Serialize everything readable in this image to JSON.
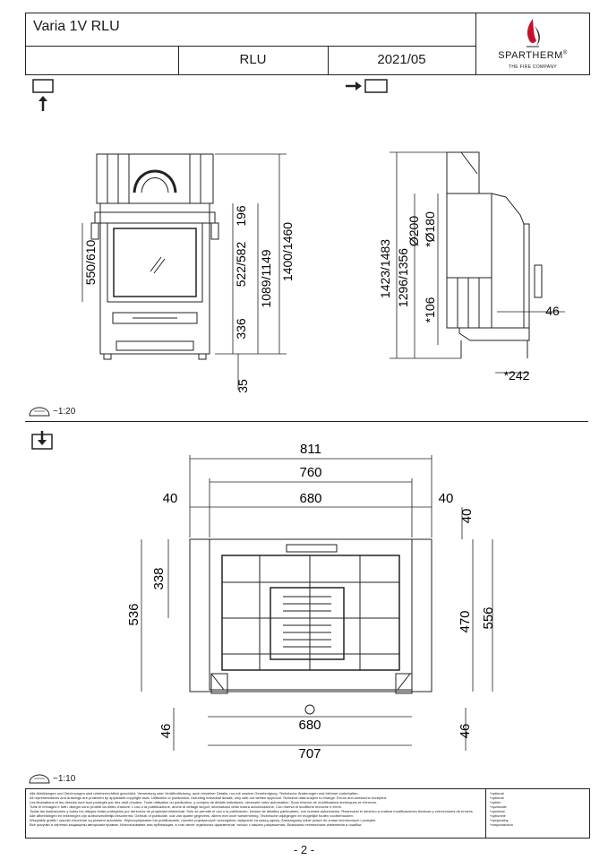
{
  "title_block": {
    "product": "Varia 1V RLU",
    "model": "RLU",
    "date": "2021/05",
    "brand_name": "SPARTHERM",
    "brand_mark": "®",
    "brand_tagline": "THE FIRE COMPANY"
  },
  "front_view": {
    "dim_door": "550/610",
    "dim_196": "196",
    "dim_522": "522/582",
    "dim_336": "336",
    "dim_1089": "1089/1149",
    "dim_1400": "1400/1460",
    "dim_35": "35"
  },
  "side_view": {
    "dim_1423": "1423/1483",
    "dim_1296": "1296/1356",
    "dim_200": "Ø200",
    "dim_180": "*Ø180",
    "dim_106": "*106",
    "dim_46": "46",
    "dim_242": "*242"
  },
  "scale_top": "~1:20",
  "top_view": {
    "dim_811": "811",
    "dim_760": "760",
    "dim_40_left": "40",
    "dim_680_top": "680",
    "dim_40_right": "40",
    "dim_40_vert": "40",
    "dim_338": "338",
    "dim_536": "536",
    "dim_470": "470",
    "dim_556": "556",
    "dim_46_left": "46",
    "dim_680_bottom": "680",
    "dim_46_right": "46",
    "dim_707": "707"
  },
  "scale_bottom": "~1:10",
  "footer": {
    "lines": [
      "Alle Abbildungen und Zeichnungen sind urheberrechtlich geschützt. Verwertung oder Veröffentlichung, auch einzelner Details, nur mit unserer Genehmigung. Technische Änderungen und Irrtümer vorbehalten.",
      "All representations and drawings are protected by applicable copyright laws. Utilisation or publication, including individual details, only with our written approval. Technical data subject to change. Errors and omissions excepted.",
      "Les illustrations et les dessins sont tous protégés par des droit d'auteur. Toute utilisation ou publication, y compris de détails individuels, nécessite notre autorisation. Sous réserve de modifications techniques et d'erreurs.",
      "Tutte le immagini e tutti i disegni sono protetti da diritto d'autore. L'uso o la pubblicazione, anche di dettagli singoli, necessitano della nostra autorizzazione. Con riserva di modifiche tecniche e errori.",
      "Todas las ilustraciones y todos los dibujos están protegidos por derechos de propiedad intelectual. Solo se permite el uso o la publicación, incluso de detalles particulares, con nuestra autorización. Reservado el derecho a realizar modificaciones técnicas y correcciones de errores.",
      "Alle afbeeldingen en tekeningen zijn auteursrechtelijk beschermd. Gebruik of publicatie, ook van aparte gegevens, alleen met onze toestemming. Technische wijzigingen en mogelijke fouten voorbehouden.",
      "Wszystkie grafiki i rysunki chronione są prawem autorskim. Wykorzystywanie lub publikowanie, również pojedynczych szczegółów, wyłącznie za naszą zgodą. Zastrzegamy sobie prawo do zmian technicznych i pomyłek.",
      "Все рисунки и чертежи защищены авторским правом. Использование или публикация, в том числе отдельных фрагментов, только с нашего разрешения. Возможны технические изменения и ошибки."
    ],
    "notes": [
      "*optional",
      "*optional",
      "*option",
      "*opzionale",
      "*opcional",
      "*optionele",
      "*opcjonalny",
      "*опционально"
    ]
  },
  "page_number": "- 2 -"
}
